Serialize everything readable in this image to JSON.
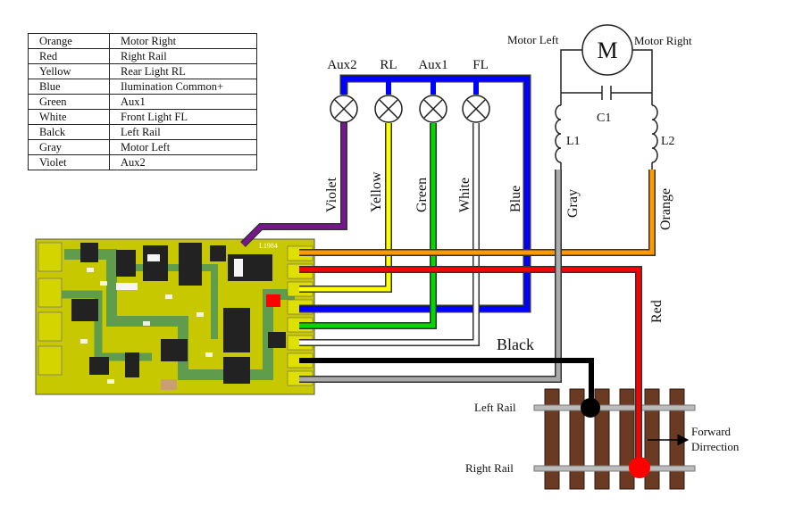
{
  "legend": [
    {
      "color": "Orange",
      "function": "Motor Right"
    },
    {
      "color": "Red",
      "function": "Right Rail"
    },
    {
      "color": "Yellow",
      "function": "Rear Light RL"
    },
    {
      "color": "Blue",
      "function": "Ilumination Common+"
    },
    {
      "color": "Green",
      "function": "Aux1"
    },
    {
      "color": "White",
      "function": "Front Light   FL"
    },
    {
      "color": "Balck",
      "function": "Left Rail"
    },
    {
      "color": "Gray",
      "function": "Motor Left"
    },
    {
      "color": "Violet",
      "function": "Aux2"
    }
  ],
  "lamps": {
    "aux2": "Aux2",
    "rl": "RL",
    "aux1": "Aux1",
    "fl": "FL"
  },
  "motor": {
    "symbol": "M",
    "left": "Motor Left",
    "right": "Motor Right",
    "capacitor": "C1",
    "coil_left": "L1",
    "coil_right": "L2"
  },
  "wires": {
    "violet": "Violet",
    "yellow": "Yellow",
    "green": "Green",
    "white": "White",
    "blue": "Blue",
    "gray": "Gray",
    "orange": "Orange",
    "red": "Red",
    "black": "Black"
  },
  "track": {
    "left_rail": "Left Rail",
    "right_rail": "Right Rail",
    "forward_line1": "Forward",
    "forward_line2": "Dirrection"
  },
  "decoder": {
    "marking": "L1984"
  },
  "colors": {
    "orange": "#ff9a00",
    "red": "#ff0000",
    "yellow": "#ffff00",
    "blue": "#0000ff",
    "green": "#00d800",
    "white": "#ffffff",
    "black": "#000000",
    "gray": "#aaaaaa",
    "violet": "#7a1590",
    "pcb": "#c8c800",
    "sleeper": "#6b3a22"
  }
}
